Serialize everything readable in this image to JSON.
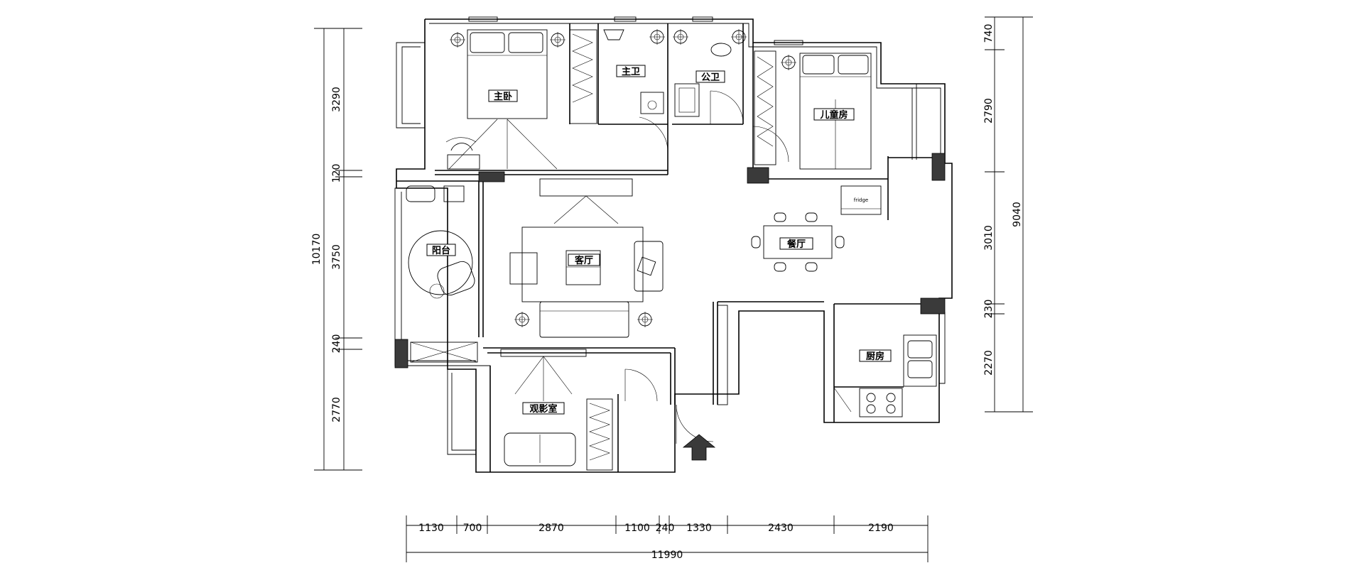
{
  "rooms": {
    "master_bedroom": "主卧",
    "master_bath": "主卫",
    "public_bath": "公卫",
    "kids_room": "儿童房",
    "balcony": "阳台",
    "living_room": "客厅",
    "dining_room": "餐厅",
    "kitchen": "厨房",
    "media_room": "观影室",
    "fridge": "fridge"
  },
  "dimensions": {
    "bottom": [
      "1130",
      "700",
      "2870",
      "1100",
      "240",
      "1330",
      "2430",
      "2190"
    ],
    "bottom_total": "11990",
    "left": [
      "3290",
      "120",
      "3750",
      "240",
      "2770"
    ],
    "left_total": "10170",
    "right": [
      "740",
      "2790",
      "3010",
      "230",
      "2270"
    ],
    "right_total": "9040"
  }
}
